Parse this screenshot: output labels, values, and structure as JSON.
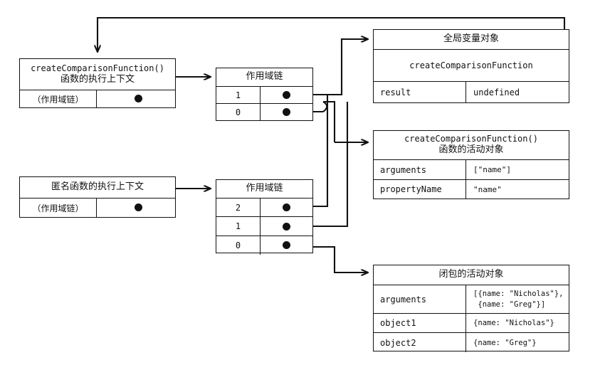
{
  "diagram": {
    "title": "closure-scope-chain-diagram",
    "accent": "#111111",
    "background": "#ffffff"
  },
  "contexts": [
    {
      "id": "create-comparison-function-context",
      "header_line1": "createComparisonFunction()",
      "header_line2": "函数的执行上下文",
      "row_label": "（作用域链）",
      "pointer": "filled-dot"
    },
    {
      "id": "anonymous-function-context",
      "header_line1": "匿名函数的执行上下文",
      "header_line2": "",
      "row_label": "（作用域链）",
      "pointer": "filled-dot"
    }
  ],
  "scope_chains": [
    {
      "id": "scope-chain-outer",
      "header": "作用域链",
      "entries": [
        "1",
        "0"
      ]
    },
    {
      "id": "scope-chain-inner",
      "header": "作用域链",
      "entries": [
        "2",
        "1",
        "0"
      ]
    }
  ],
  "objects": [
    {
      "id": "global-variable-object",
      "header_line1": "全局变量对象",
      "header_line2": "",
      "full_row": "createComparisonFunction",
      "rows": [
        {
          "key": "result",
          "value": "undefined"
        }
      ]
    },
    {
      "id": "create-comparison-function-activation-object",
      "header_line1": "createComparisonFunction()",
      "header_line2": "函数的活动对象",
      "full_row": "",
      "rows": [
        {
          "key": "arguments",
          "value": "[\"name\"]"
        },
        {
          "key": "propertyName",
          "value": "\"name\""
        }
      ]
    },
    {
      "id": "closure-activation-object",
      "header_line1": "闭包的活动对象",
      "header_line2": "",
      "full_row": "",
      "rows": [
        {
          "key": "arguments",
          "value": "[{name: \"Nicholas\"},\n {name: \"Greg\"}]"
        },
        {
          "key": "object1",
          "value": "{name: \"Nicholas\"}"
        },
        {
          "key": "object2",
          "value": "{name: \"Greg\"}"
        }
      ]
    }
  ]
}
